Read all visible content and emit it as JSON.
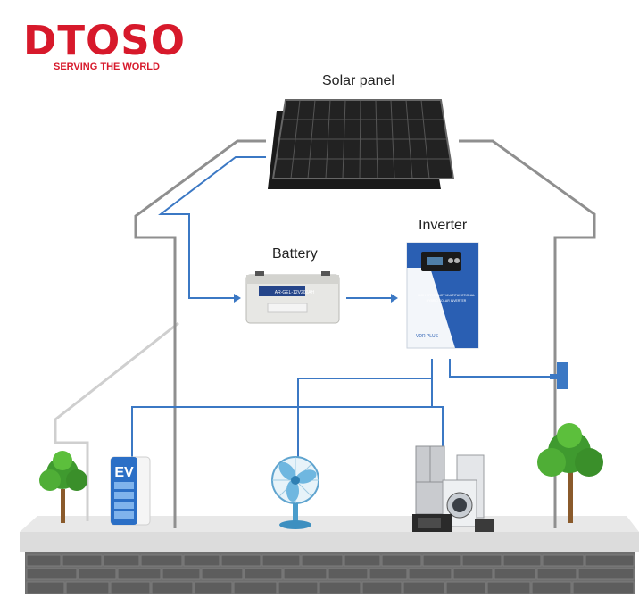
{
  "brand": {
    "name": "DTOSO",
    "tagline": "SERVING THE WORLD",
    "color": "#d7192b"
  },
  "labels": {
    "solar_panel": "Solar panel",
    "inverter": "Inverter",
    "battery": "Battery"
  },
  "ev_charger": {
    "text": "EV"
  },
  "battery_unit": {
    "text": "AR-GEL-12V200AH"
  },
  "inverter_unit": {
    "text_line1": "HIGH EFFICIENCY MULTIFUNCTIONAL",
    "text_line2": "HYBRID SOLAR INVERTER",
    "model": "VDR PLUS"
  },
  "colors": {
    "wire": "#3b78c4",
    "house_outline": "#8a8a8a",
    "ground": "#e6e6e6",
    "wall": "#6b6b6b"
  }
}
